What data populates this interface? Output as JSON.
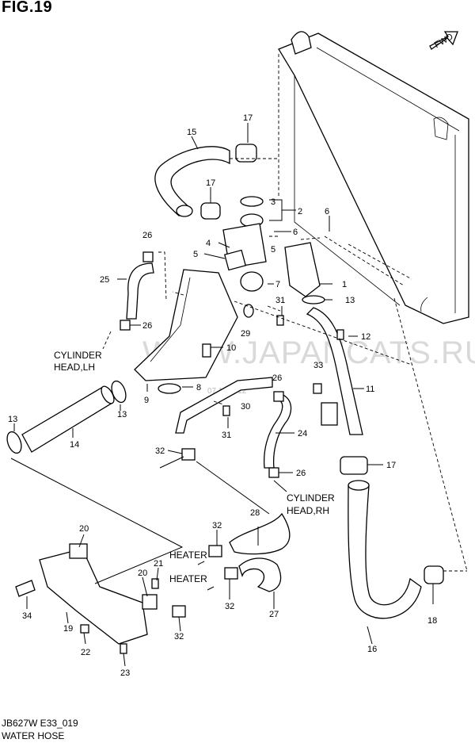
{
  "header": {
    "title": "FIG.19"
  },
  "fwd_label": "FWD",
  "watermark": {
    "text": "WWW.JAPANCATS.RU",
    "date": "07.11.2012"
  },
  "captions": {
    "cylinder_head_lh_1": "CYLINDER",
    "cylinder_head_lh_2": "HEAD,LH",
    "cylinder_head_rh_1": "CYLINDER",
    "cylinder_head_rh_2": "HEAD,RH",
    "heater_1": "HEATER",
    "heater_2": "HEATER"
  },
  "callouts": {
    "c1": "1",
    "c2": "2",
    "c3": "3",
    "c4": "4",
    "c5a": "5",
    "c5b": "5",
    "c6a": "6",
    "c6b": "6",
    "c7": "7",
    "c8": "8",
    "c9": "9",
    "c10": "10",
    "c11": "11",
    "c12": "12",
    "c13a": "13",
    "c13b": "13",
    "c13c": "13",
    "c14": "14",
    "c15": "15",
    "c16": "16",
    "c17a": "17",
    "c17b": "17",
    "c17c": "17",
    "c18": "18",
    "c19": "19",
    "c20a": "20",
    "c20b": "20",
    "c21": "21",
    "c22": "22",
    "c23": "23",
    "c24": "24",
    "c25": "25",
    "c26a": "26",
    "c26b": "26",
    "c26c": "26",
    "c26d": "26",
    "c27": "27",
    "c28": "28",
    "c29": "29",
    "c30": "30",
    "c31a": "31",
    "c31b": "31",
    "c32a": "32",
    "c32b": "32",
    "c32c": "32",
    "c32d": "32",
    "c33": "33",
    "c34": "34"
  },
  "footer": {
    "code": "JB627W E33_019",
    "name": "WATER HOSE"
  }
}
